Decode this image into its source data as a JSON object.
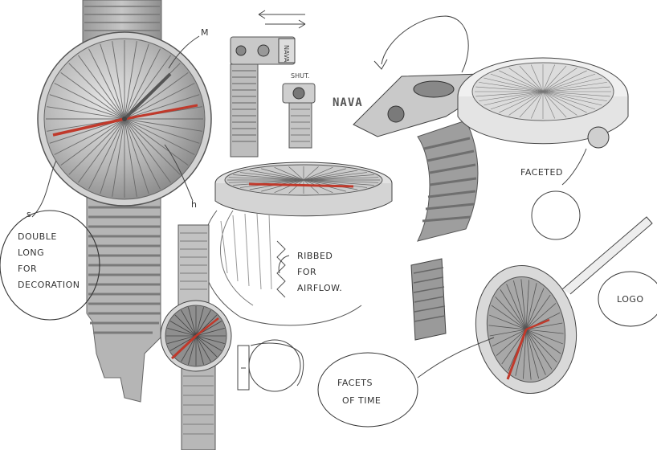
{
  "sheet": {
    "background": "#ffffff",
    "accent_color": "#c0392b",
    "ink_color": "#333333",
    "shade_color": "#9a9a9a"
  },
  "annotations": {
    "double_long": [
      "DOUBLE",
      "LONG",
      "FOR",
      "DECORATION"
    ],
    "ribbed": [
      "RIBBED",
      "FOR",
      "AIRFLOW."
    ],
    "faceted": "FACETED",
    "facets": [
      "FACETS",
      "OF TIME"
    ],
    "logo": "LOGO",
    "brand_mark": "NAVA",
    "shut": "SHUT.",
    "mark_m": "M",
    "mark_h": "h",
    "mark_s": "s",
    "strap_tag": "NAVA"
  },
  "icons": [
    "arrow-left-icon",
    "arrow-right-icon",
    "curved-arrow-icon"
  ]
}
